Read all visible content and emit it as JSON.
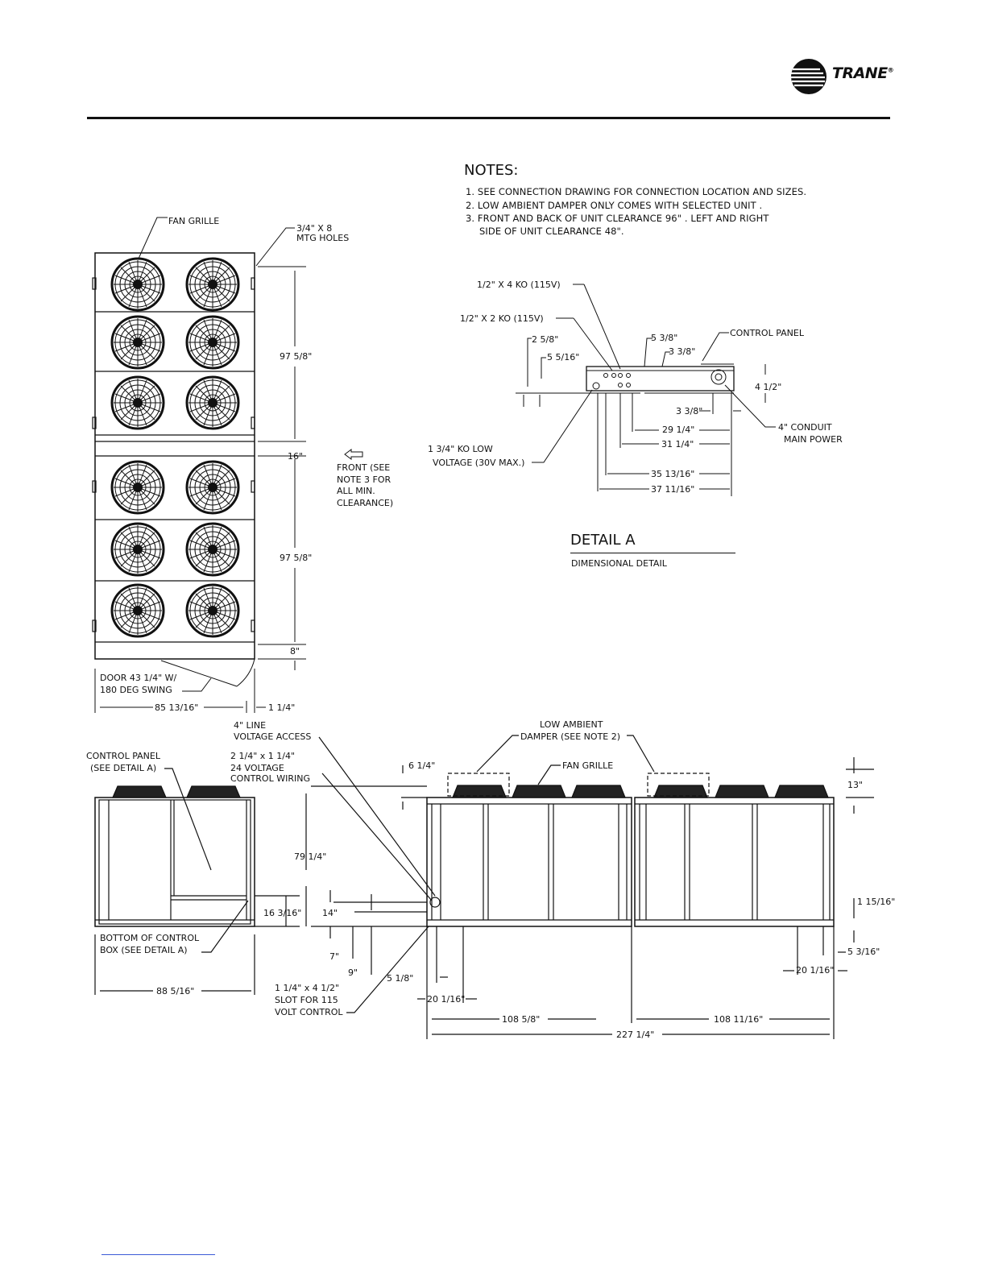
{
  "brand": {
    "name": "TRANE",
    "trademark": "®"
  },
  "notes": {
    "title": "NOTES:",
    "items": [
      "1. SEE CONNECTION DRAWING FOR CONNECTION LOCATION AND SIZES.",
      "2. LOW AMBIENT DAMPER ONLY COMES WITH SELECTED UNIT .",
      "3. FRONT AND BACK OF UNIT CLEARANCE 96\" . LEFT AND RIGHT",
      "SIDE OF UNIT CLEARANCE 48\"."
    ]
  },
  "detail": {
    "title": "DETAIL A",
    "subtitle": "DIMENSIONAL DETAIL"
  },
  "top_view": {
    "fan_grille": "FAN GRILLE",
    "mtg_holes_1": "3/4\" X 8",
    "mtg_holes_2": "MTG HOLES",
    "dim_upper": "97 5/8\"",
    "dim_gap": "16\"",
    "dim_lower": "97 5/8\"",
    "dim_bottom": "8\"",
    "front_1": "FRONT (SEE",
    "front_2": "NOTE 3 FOR",
    "front_3": "ALL MIN.",
    "front_4": "CLEARANCE)",
    "door_1": "DOOR 43 1/4\" W/",
    "door_2": "180 DEG SWING",
    "dim_width": "85 13/16\"",
    "dim_offset": "1 1/4\""
  },
  "detail_a": {
    "ko_115_4": "1/2\" X 4 KO (115V)",
    "ko_115_2": "1/2\" X 2 KO (115V)",
    "d_2_5_8": "2 5/8\"",
    "d_5_5_16": "5 5/16\"",
    "d_5_3_8": "5 3/8\"",
    "d_3_3_8_top": "3 3/8\"",
    "control_panel": "CONTROL PANEL",
    "d_4_1_2": "4 1/2\"",
    "d_3_3_8_bot": "3 3/8\"",
    "d_29_1_4": "29 1/4\"",
    "d_31_1_4": "31 1/4\"",
    "d_35_13_16": "35 13/16\"",
    "d_37_11_16": "37 11/16\"",
    "conduit_1": "4\" CONDUIT",
    "conduit_2": "MAIN POWER",
    "ko_low_1": "1 3/4\" KO LOW",
    "ko_low_2": "VOLTAGE (30V MAX.)"
  },
  "end_view": {
    "control_panel_1": "CONTROL PANEL",
    "control_panel_2": "(SEE DETAIL A)",
    "wiring_1": "2 1/4\" x 1 1/4\"",
    "wiring_2": "24 VOLTAGE",
    "wiring_3": "CONTROL WIRING",
    "line_access_1": "4\" LINE",
    "line_access_2": "VOLTAGE ACCESS",
    "dim_height": "79 1/4\"",
    "dim_box": "16 3/16\"",
    "bottom_1": "BOTTOM OF CONTROL",
    "bottom_2": "BOX (SEE DETAIL A)",
    "dim_width": "88 5/16\""
  },
  "side_view": {
    "damper_1": "LOW AMBIENT",
    "damper_2": "DAMPER (SEE NOTE 2)",
    "fan_grille": "FAN GRILLE",
    "d_6_1_4": "6 1/4\"",
    "d_13": "13\"",
    "d_14": "14\"",
    "d_7": "7\"",
    "d_9": "9\"",
    "d_1_15_16": "1 15/16\"",
    "d_5_3_16": "5 3/16\"",
    "d_5_1_8": "5 1/8\"",
    "d_20_1_16_left": "20 1/16\"",
    "d_20_1_16_right": "20 1/16\"",
    "slot_1": "1 1/4\" x 4 1/2\"",
    "slot_2": "SLOT FOR 115",
    "slot_3": "VOLT CONTROL",
    "d_108_5_8": "108 5/8\"",
    "d_108_11_16": "108 11/16\"",
    "d_227_1_4": "227 1/4\""
  }
}
